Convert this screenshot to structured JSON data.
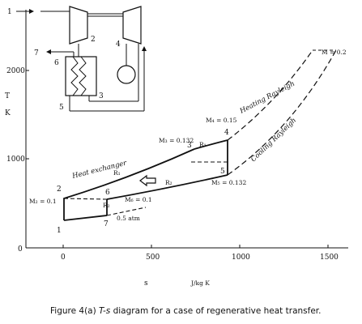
{
  "axes": {
    "y_label_top": "T",
    "y_label_bottom": "K",
    "y_ticks": [
      "2000",
      "1000",
      "0"
    ],
    "x_ticks": [
      "0",
      "500",
      "1000",
      "1500"
    ],
    "x_label_left": "s",
    "x_label_right": "J/kg K"
  },
  "states": {
    "p1": "1",
    "p2": "2",
    "p3": "3",
    "p4": "4",
    "p5": "5",
    "p6": "6",
    "p7": "7"
  },
  "mach": {
    "m_max": "M = 0.2",
    "m4": "M₄ = 0.15",
    "m3": "M₃ = 0.132",
    "m5": "M₅ = 0.132",
    "m2": "M₂ = 0.1",
    "m6": "M₆ = 0.1"
  },
  "curves": {
    "heating": "Heating Rayleigh",
    "cooling": "Cooling Rayleigh",
    "exchanger": "Heat exchanger",
    "r1": "R₁",
    "r2": "R₂",
    "r1b": "R₁",
    "r2b": "R₂",
    "pressure": "0.5 atm"
  },
  "schematic": {
    "s1": "1",
    "s2": "2",
    "s3": "3",
    "s4": "4",
    "s5": "5",
    "s6": "6",
    "s7": "7"
  },
  "caption": {
    "prefix": "Figure 4(a) ",
    "ts": "T-s",
    "suffix": " diagram for a case of regenerative heat transfer."
  }
}
